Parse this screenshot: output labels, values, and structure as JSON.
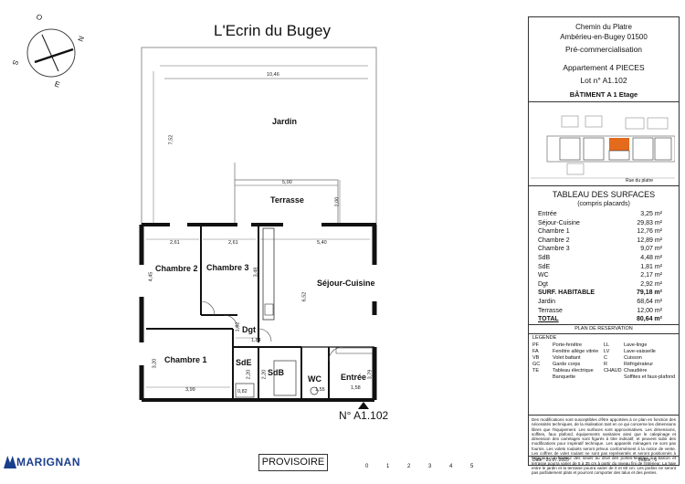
{
  "plan": {
    "title": "L'Ecrin du Bugey",
    "compass": {
      "n": "N",
      "e": "E",
      "s": "S",
      "o": "O"
    },
    "rooms": {
      "jardin": "Jardin",
      "terrasse": "Terrasse",
      "chambre2": "Chambre 2",
      "chambre3": "Chambre 3",
      "sejour": "Séjour-Cuisine",
      "dgt": "Dgt",
      "chambre1": "Chambre 1",
      "sde": "SdE",
      "sdb": "SdB",
      "wc": "WC",
      "entree": "Entrée"
    },
    "dims": {
      "jardin_w": "10,46",
      "jardin_h": "7,52",
      "terrasse_w": "5,00",
      "terrasse_h": "2,00",
      "d261a": "2,61",
      "d261b": "2,61",
      "d540": "5,40",
      "d445": "4,45",
      "d348": "3,48",
      "d652": "6,52",
      "d182": "1,82",
      "d184": "1,84",
      "d320": "3,20",
      "d399": "3,99",
      "d220a": "2,20",
      "d220b": "2,20",
      "d082": "0,82",
      "d155": "1,55",
      "d158": "1,58",
      "d379": "3,79"
    },
    "lot_label": "N° A1.102",
    "provisoire": "PROVISOIRE",
    "scale_ticks": [
      "0",
      "1",
      "2",
      "3",
      "4",
      "5"
    ],
    "brand": "MARIGNAN"
  },
  "title_block": {
    "address1": "Chemin du Platre",
    "address2": "Ambérieu-en-Bugey 01500",
    "status": "Pré-commercialisation",
    "apartment": "Appartement 4 PIECES",
    "lot": "Lot n° A1.102",
    "building": "BÂTIMENT A 1 Etage",
    "map_label": "Rue du platre",
    "surfaces_title": "TABLEAU DES SURFACES",
    "surfaces_subtitle": "(compris placards)",
    "surfaces": [
      {
        "name": "Entrée",
        "value": "3,25 m²"
      },
      {
        "name": "Séjour-Cuisine",
        "value": "29,83 m²"
      },
      {
        "name": "Chambre 1",
        "value": "12,76 m²"
      },
      {
        "name": "Chambre 2",
        "value": "12,89 m²"
      },
      {
        "name": "Chambre 3",
        "value": "9,07 m²"
      },
      {
        "name": "SdB",
        "value": "4,48 m²"
      },
      {
        "name": "SdE",
        "value": "1,81 m²"
      },
      {
        "name": "WC",
        "value": "2,17 m²"
      },
      {
        "name": "Dgt",
        "value": "2,92 m²"
      }
    ],
    "surf_habitable": {
      "name": "SURF. HABITABLE",
      "value": "79,18 m²"
    },
    "exterior": [
      {
        "name": "Jardin",
        "value": "68,64 m²"
      },
      {
        "name": "Terrasse",
        "value": "12,00 m²"
      }
    ],
    "total": {
      "name": "TOTAL",
      "value": "80,64 m²"
    },
    "plan_reservation": "PLAN DE RESERVATION",
    "legend_title": "LEGENDE",
    "legend_left": [
      {
        "code": "PF",
        "label": "Porte-fenêtre"
      },
      {
        "code": "FA",
        "label": "Fenêtre allège vitrée"
      },
      {
        "code": "VB",
        "label": "Volet battant"
      },
      {
        "code": "GC",
        "label": "Garde corps"
      },
      {
        "code": "TE",
        "label": "Tableau électrique"
      },
      {
        "code": "",
        "label": "Banquette"
      }
    ],
    "legend_right": [
      {
        "code": "LL",
        "label": "Lave-linge"
      },
      {
        "code": "LV",
        "label": "Lave-vaisselle"
      },
      {
        "code": "C",
        "label": "Cuisson"
      },
      {
        "code": "R",
        "label": "Réfrigérateur"
      },
      {
        "code": "CHAUD",
        "label": "Chaudière"
      },
      {
        "code": "",
        "label": "Soffites et faux-plafond"
      }
    ],
    "notes": "Des modifications sont susceptibles d'être apportées à ce plan en fonction des nécessités techniques, de la réalisation tant en ce qui concerne les dimensions libres que l'équipement. Les surfaces sont approximatives. Les dimensions, soffites, faux plafond, équipements sanitaires ainsi que le calepinage et dimension des carrelages sont figurés à titre indicatif, et peuvent subir des modifications pour impératif technique. Les appareils ménagers ne sont pas fournis. Les volets roulants seront prévus conformément à la notice de vente. Les coffres de volet roulant ne sont pas représentés et seront positionnés à l'intérieur. La hauteur des seuils au droit des portes-fenêtres sur balcon et terrasse pourra varier de 5 à 35 cm à partir du niveau fini de l'intérieur. La haie entre le jardin et la terrasse pourra varier de 0 et 60 cm. Les jardins ne seront pas parfaitement plats et pourront comporter des talus et des pentes.",
    "date": "Date : 25.07.2025",
    "index": "Indice : 0"
  }
}
